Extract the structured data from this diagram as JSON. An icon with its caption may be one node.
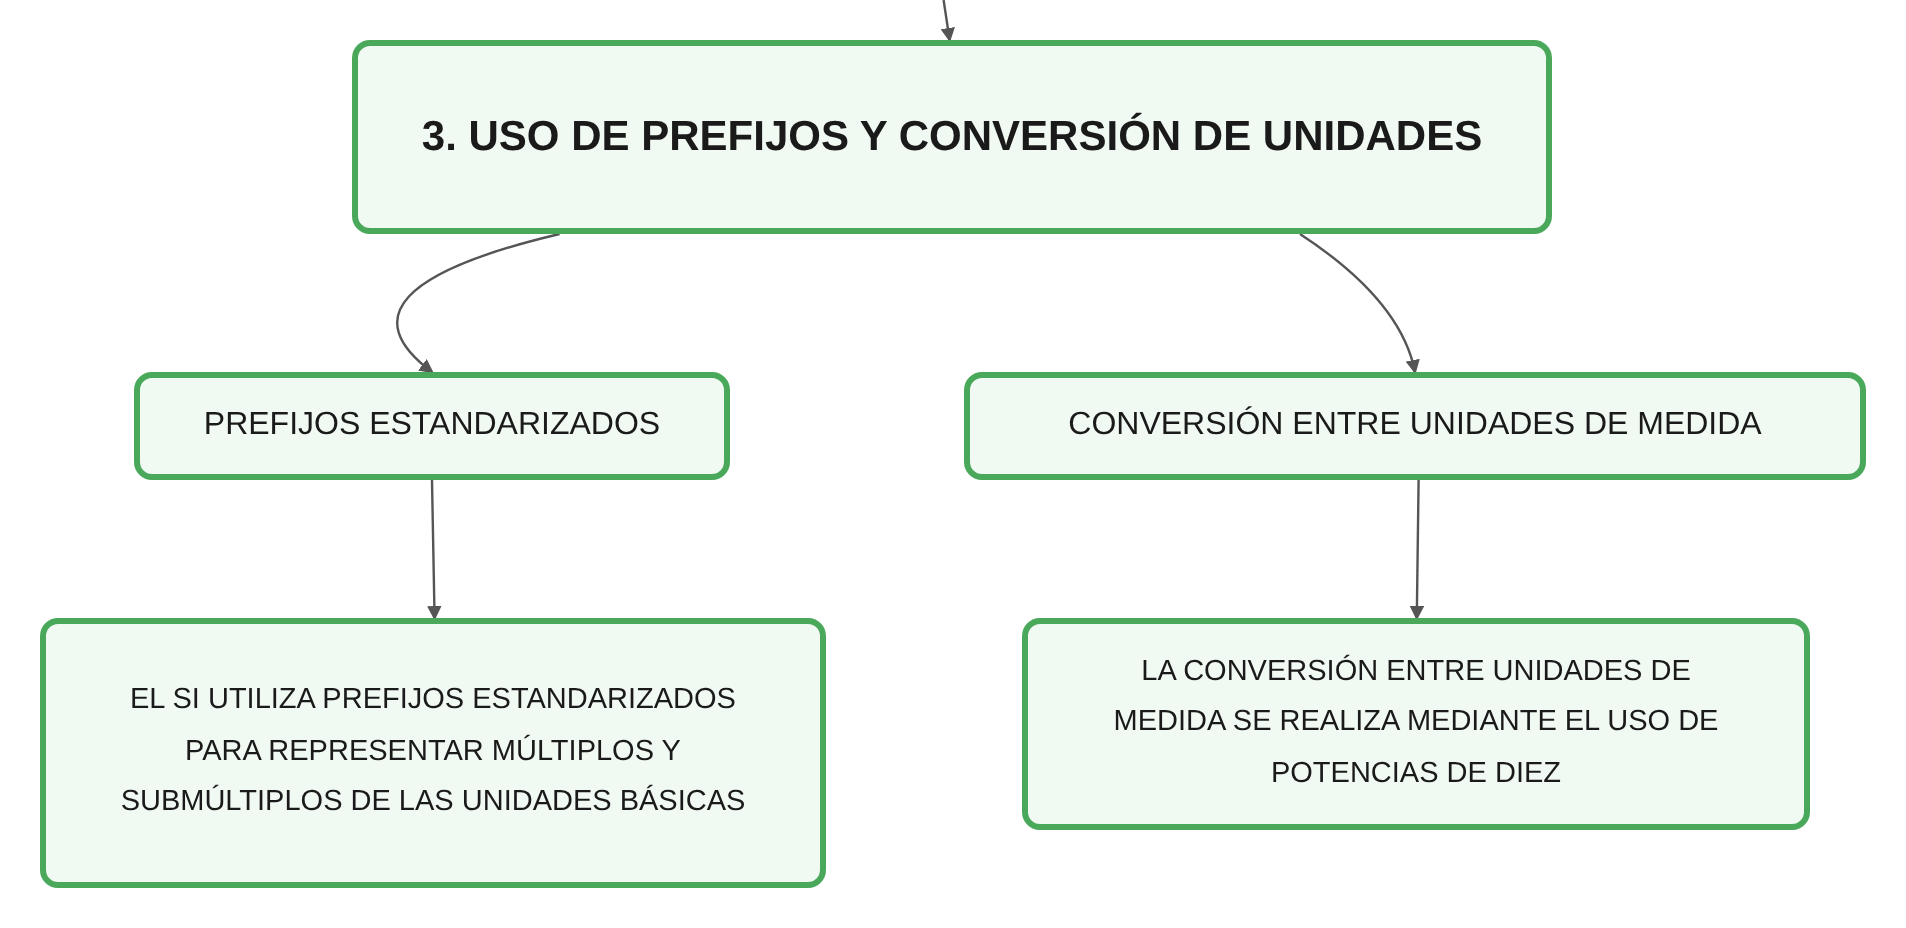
{
  "diagram": {
    "nodes": [
      {
        "text": [
          "3. USO DE PREFIJOS Y CONVERSIÓN DE UNIDADES"
        ]
      },
      {
        "text": [
          "PREFIJOS ESTANDARIZADOS"
        ]
      },
      {
        "text": [
          "CONVERSIÓN ENTRE UNIDADES DE MEDIDA"
        ]
      },
      {
        "text": [
          "EL SI UTILIZA PREFIJOS ESTANDARIZADOS PARA REPRESENTAR MÚLTIPLOS Y SUBMÚLTIPLOS DE LAS UNIDADES BÁSICAS"
        ]
      },
      {
        "text": [
          "LA CONVERSIÓN ENTRE UNIDADES DE MEDIDA SE REALIZA MEDIANTE EL USO DE POTENCIAS DE DIEZ"
        ]
      }
    ],
    "edges": [
      {
        "from": null,
        "to": 0,
        "arrow": "to"
      },
      {
        "from": 0,
        "to": 1,
        "arrow": "to"
      },
      {
        "from": 0,
        "to": 2,
        "arrow": "to"
      },
      {
        "from": 1,
        "to": 3,
        "arrow": "to"
      },
      {
        "from": 2,
        "to": 4,
        "arrow": "to"
      }
    ]
  }
}
